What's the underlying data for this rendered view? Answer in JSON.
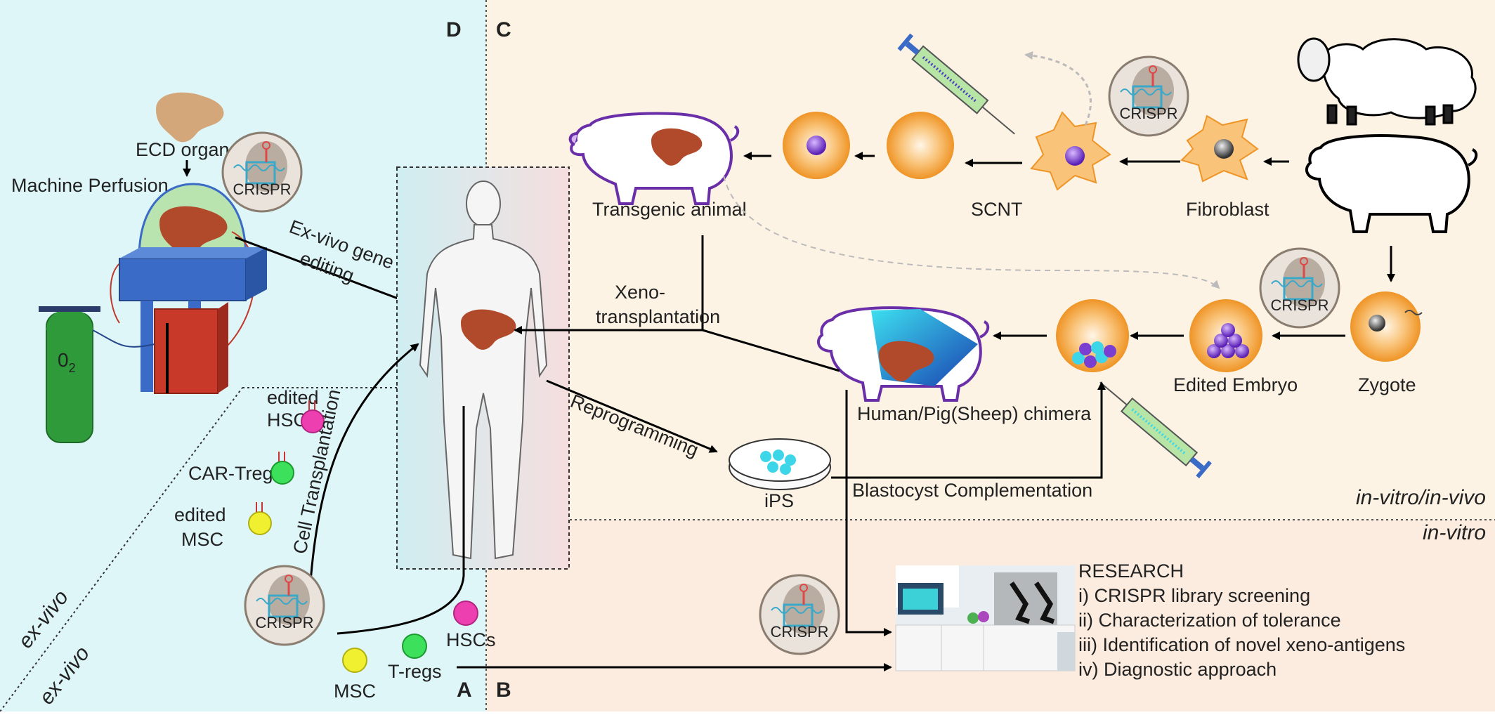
{
  "panels": {
    "d": "D",
    "c": "C",
    "a": "A",
    "b": "B"
  },
  "region_labels": {
    "ex_vivo_1": "ex-vivo",
    "ex_vivo_2": "ex-vivo",
    "in_vitro_in_vivo": "in-vitro/in-vivo",
    "in_vitro": "in-vitro"
  },
  "panel_d": {
    "ecd_organ": "ECD organ",
    "machine_perfusion": "Machine Perfusion",
    "o2_main": "0",
    "o2_sub": "2",
    "ex_vivo_gene_line1": "Ex-vivo gene",
    "ex_vivo_gene_line2": "editing"
  },
  "panel_a": {
    "edited_hscs_line1": "edited",
    "edited_hscs_line2": "HSCs",
    "car_treg": "CAR-Treg",
    "edited_msc_line1": "edited",
    "edited_msc_line2": "MSC",
    "cell_transplantation": "Cell Transplantation",
    "hscs": "HSCs",
    "tregs": "T-regs",
    "msc": "MSC"
  },
  "panel_c": {
    "transgenic_animal": "Transgenic animal",
    "scnt": "SCNT",
    "fibroblast": "Fibroblast",
    "xeno_line1": "Xeno-",
    "xeno_line2": "transplantation",
    "chimera": "Human/Pig(Sheep) chimera",
    "edited_embryo": "Edited Embryo",
    "zygote": "Zygote",
    "reprogramming": "Reprogramming",
    "ips": "iPS",
    "blastocyst": "Blastocyst Complementation"
  },
  "panel_b": {
    "research_title": "RESEARCH",
    "research_items": [
      "i) CRISPR library screening",
      "ii) Characterization of tolerance",
      "iii) Identification of novel xeno-antigens",
      "iv) Diagnostic approach"
    ]
  },
  "crispr_label": "CRISPR",
  "colors": {
    "panel_d_bg": "#dff6f9",
    "panel_c_bg": "#fdf3e4",
    "panel_b_bg": "#fcecdf",
    "liver": "#b04a2a",
    "cell_orange": "#f5a23a",
    "nucleus_purple": "#7a3fd0",
    "pig_outline": "#6a2fa8",
    "o2_tank": "#2e9a3a",
    "perfusion_box": "#3a6bc7",
    "perfusion_pump": "#c8392a"
  }
}
